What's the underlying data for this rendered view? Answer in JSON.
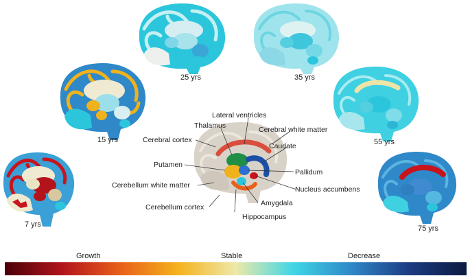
{
  "age_labels": {
    "y7": "7 yrs",
    "y15": "15 yrs",
    "y25": "25 yrs",
    "y35": "35 yrs",
    "y55": "55 yrs",
    "y75": "75 yrs"
  },
  "structures": {
    "lateral_ventricles": "Lateral ventricles",
    "thalamus": "Thalamus",
    "cerebral_white_matter": "Cerebral white matter",
    "cerebral_cortex": "Cerebral cortex",
    "caudate": "Caudate",
    "putamen": "Putamen",
    "pallidum": "Pallidum",
    "cerebellum_white_matter": "Cerebellum white matter",
    "nucleus_accumbens": "Nucleus accumbens",
    "amygdala": "Amygdala",
    "cerebellum_cortex": "Cerebellum cortex",
    "hippocampus": "Hippocampus"
  },
  "colorbar": {
    "growth": "Growth",
    "stable": "Stable",
    "decrease": "Decrease",
    "stops": [
      "#4a0008",
      "#b3141c",
      "#e8601a",
      "#f5b21c",
      "#eee9a8",
      "#3fd6e6",
      "#2f88c8",
      "#1c3b82",
      "#0b1a40"
    ]
  },
  "colors": {
    "growth_strong": "#c8141c",
    "growth_mild": "#f0b21c",
    "stable": "#e9e6c6",
    "decrease_mild": "#7fe4ea",
    "decrease": "#2bc6dc",
    "decrease_strong": "#2f7ec0",
    "reference_gray": "#d9d2c8"
  }
}
